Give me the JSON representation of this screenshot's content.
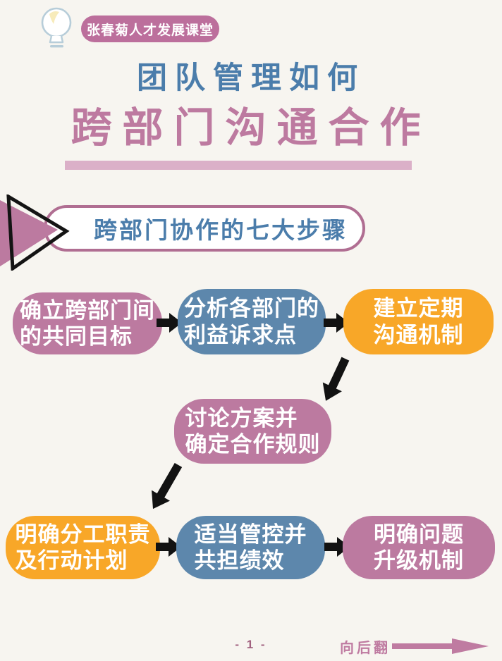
{
  "colors": {
    "pink": "#bc7aa0",
    "blue": "#5d87ac",
    "orange": "#f8a728",
    "title_blue": "#4b7dab",
    "badge_pink": "#bc6f9c",
    "underline_pink": "#dbb0c8",
    "pill_border_pink": "#b06e92",
    "footer_pink": "#bf7ba1",
    "arrow_black": "#121212"
  },
  "header": {
    "badge_label": "张春菊人才发展课堂",
    "title_line1": "团队管理如何",
    "title_line2": "跨部门沟通合作"
  },
  "section": {
    "heading": "跨部门协作的七大步骤"
  },
  "flow": {
    "steps": [
      {
        "order": 1,
        "color": "pink",
        "line1": "确立跨部门间",
        "line2": "的共同目标"
      },
      {
        "order": 2,
        "color": "blue",
        "line1": "分析各部门的",
        "line2": "利益诉求点"
      },
      {
        "order": 3,
        "color": "orange",
        "line1": "建立定期",
        "line2": "沟通机制"
      },
      {
        "order": 4,
        "color": "pink",
        "line1": "讨论方案并",
        "line2": "确定合作规则"
      },
      {
        "order": 5,
        "color": "orange",
        "line1": "明确分工职责",
        "line2": "及行动计划"
      },
      {
        "order": 6,
        "color": "blue",
        "line1": "适当管控并",
        "line2": "共担绩效"
      },
      {
        "order": 7,
        "color": "pink",
        "line1": "明确问题",
        "line2": "升级机制"
      }
    ]
  },
  "footer": {
    "page_number": "- 1 -",
    "next_label": "向后翻"
  }
}
